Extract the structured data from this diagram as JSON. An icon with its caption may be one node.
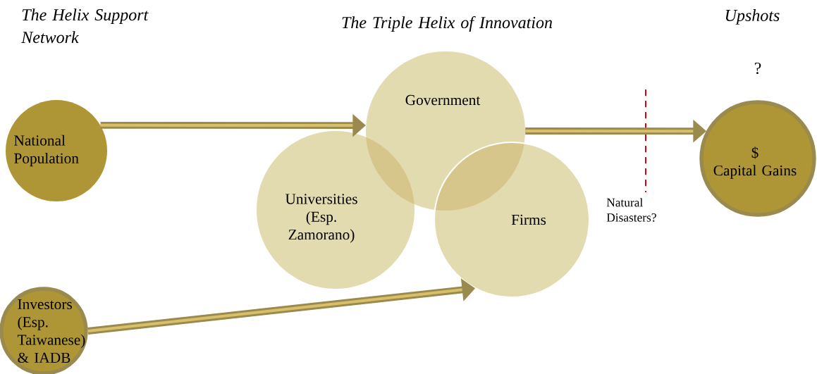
{
  "diagram": {
    "nodes": [
      {
        "text": [
          "National Population"
        ]
      },
      {
        "text": [
          "Government"
        ]
      },
      {
        "text": [
          "Universities (Esp. Zamorano)"
        ]
      },
      {
        "text": [
          "Firms"
        ]
      },
      {
        "text": [
          "$",
          "Capital Gains"
        ]
      },
      {
        "text": [
          "Investors (Esp. Taiwanese) & IADB"
        ]
      }
    ],
    "edges": [
      {
        "from": 0,
        "to": 1,
        "arrow": "to"
      },
      {
        "from": 1,
        "to": 4,
        "arrow": "to"
      },
      {
        "from": 5,
        "to": 3,
        "arrow": "to"
      }
    ],
    "labels": [
      "The Helix Support Network",
      "The Triple Helix of Innovation",
      "Upshots",
      "?",
      "Natural Disasters?"
    ]
  }
}
